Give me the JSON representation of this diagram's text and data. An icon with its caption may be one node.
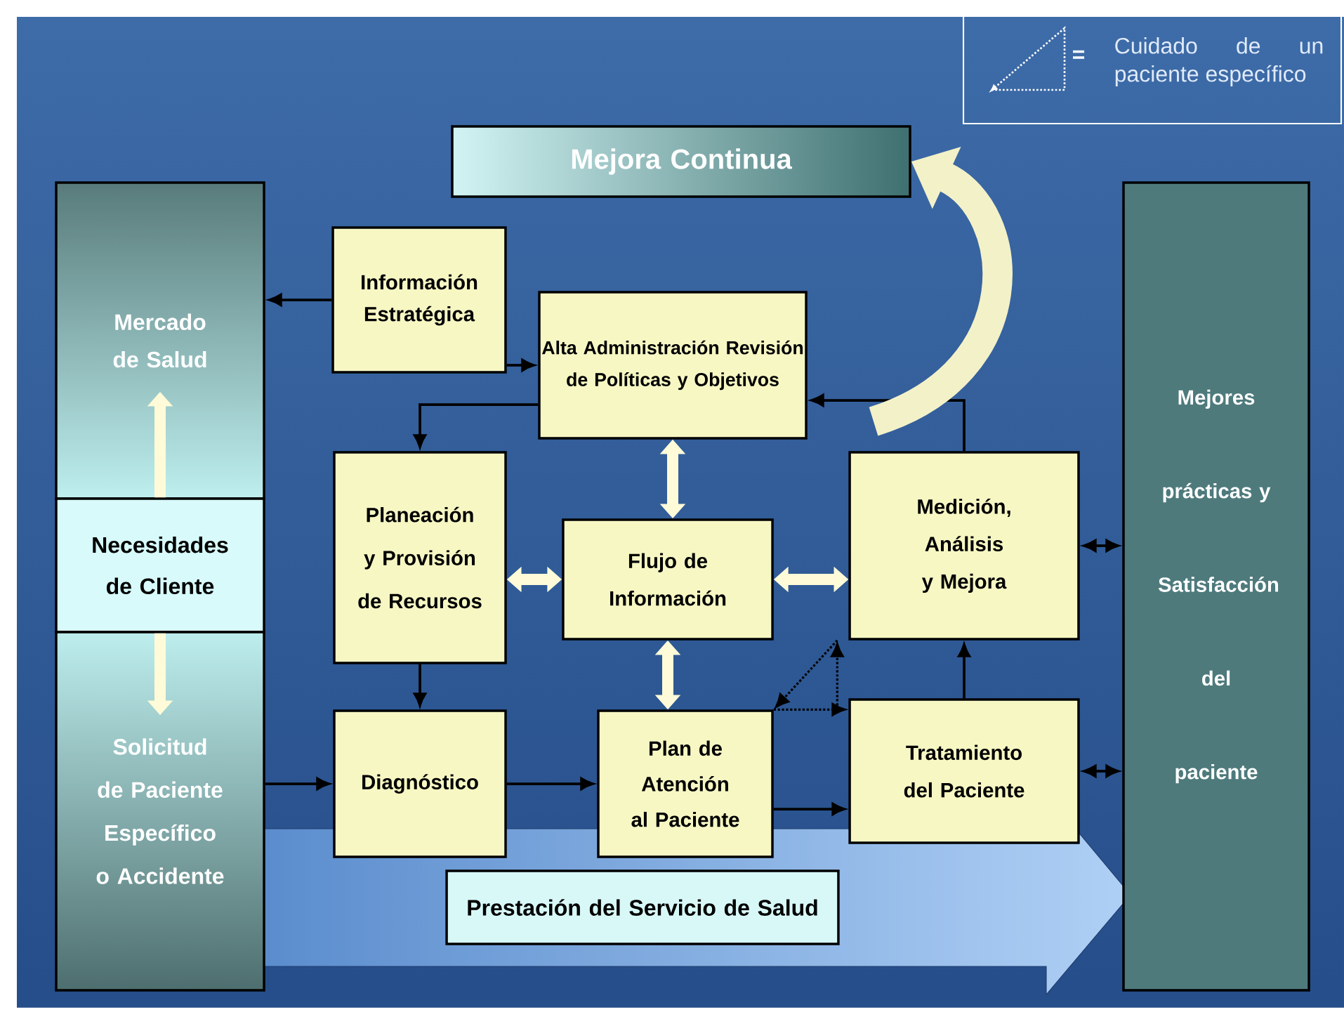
{
  "diagram": {
    "nodes": [
      {
        "text": [
          "Mejora Continua"
        ]
      },
      {
        "text": [
          "Mercado de Salud"
        ]
      },
      {
        "text": [
          "Necesidades de Cliente"
        ]
      },
      {
        "text": [
          "Solicitud de Paciente Específico o Accidente"
        ]
      },
      {
        "text": [
          "Información Estratégica"
        ]
      },
      {
        "text": [
          "Alta Administración Revisión de Políticas y Objetivos"
        ]
      },
      {
        "text": [
          "Planeación y Provisión de Recursos"
        ]
      },
      {
        "text": [
          "Flujo de Información"
        ]
      },
      {
        "text": [
          "Medición, Análisis y Mejora"
        ]
      },
      {
        "text": [
          "Diagnóstico"
        ]
      },
      {
        "text": [
          "Plan de Atención al Paciente"
        ]
      },
      {
        "text": [
          "Tratamiento del Paciente"
        ]
      },
      {
        "text": [
          "Mejores prácticas y Satisfacción del paciente"
        ]
      },
      {
        "text": [
          "Prestación del Servicio de Salud"
        ]
      }
    ],
    "edges": [
      {
        "from": 4,
        "to": 1,
        "arrow": "to"
      },
      {
        "from": 4,
        "to": 5,
        "arrow": "to"
      },
      {
        "from": 5,
        "to": 6,
        "arrow": "to"
      },
      {
        "from": 8,
        "to": 5,
        "arrow": "to"
      },
      {
        "from": null,
        "to": 0,
        "arrow": "to",
        "style": "thick",
        "color": "#f3f1c8"
      },
      {
        "from": 2,
        "to": 1,
        "arrow": "to",
        "style": "thick",
        "color": "#fffbd8"
      },
      {
        "from": 2,
        "to": 3,
        "arrow": "to",
        "style": "thick",
        "color": "#fffbd8"
      },
      {
        "from": 5,
        "to": 7,
        "arrow": "both",
        "style": "thick",
        "color": "#fffbd8"
      },
      {
        "from": 6,
        "to": 7,
        "arrow": "both",
        "style": "thick",
        "color": "#fffbd8"
      },
      {
        "from": 7,
        "to": 8,
        "arrow": "both",
        "style": "thick",
        "color": "#fffbd8"
      },
      {
        "from": 7,
        "to": 10,
        "arrow": "both",
        "style": "thick",
        "color": "#fffbd8"
      },
      {
        "from": 6,
        "to": 9,
        "arrow": "to"
      },
      {
        "from": 3,
        "to": 9,
        "arrow": "to"
      },
      {
        "from": 9,
        "to": 10,
        "arrow": "to"
      },
      {
        "from": 10,
        "to": 11,
        "arrow": "to"
      },
      {
        "from": 11,
        "to": 8,
        "arrow": "to"
      },
      {
        "from": 8,
        "to": 12,
        "arrow": "both"
      },
      {
        "from": 11,
        "to": 12,
        "arrow": "both"
      },
      {
        "from": 10,
        "to": 11,
        "arrow": "to",
        "style": "dashed"
      },
      {
        "from": 11,
        "to": 8,
        "arrow": "to",
        "style": "dashed"
      },
      {
        "from": 8,
        "to": 10,
        "arrow": "to",
        "style": "dashed"
      }
    ],
    "labels": [
      "="
    ],
    "legend": [
      {
        "text": "Cuidado de un paciente específico"
      }
    ]
  }
}
